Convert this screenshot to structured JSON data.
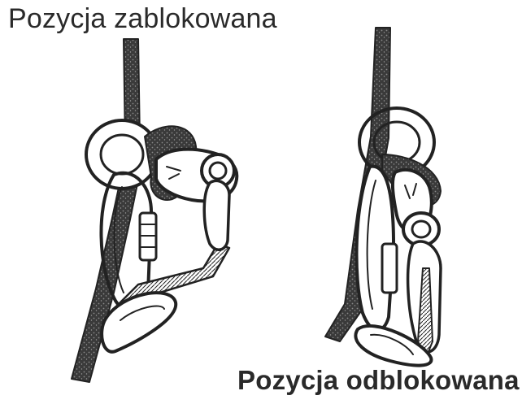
{
  "labels": {
    "locked": "Pozycja zablokowana",
    "unlocked": "Pozycja odblokowana"
  },
  "colors": {
    "ink": "#2a2a2a",
    "paper": "#ffffff"
  },
  "figures": [
    {
      "name": "locked-position-device",
      "depicts": "rope-clamp-figure-8"
    },
    {
      "name": "unlocked-position-device",
      "depicts": "rope-clamp-figure-8"
    }
  ]
}
